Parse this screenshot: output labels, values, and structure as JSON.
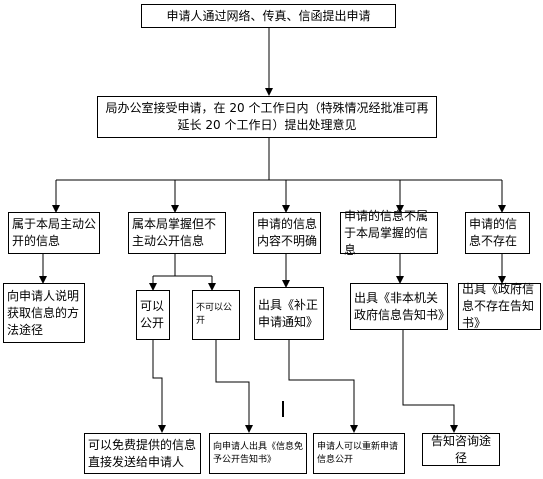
{
  "nodes": {
    "submit": "申请人通过网络、传真、信函提出申请",
    "office": "局办公室接受申请，在 20 个工作日内（特殊情况经批准可再延长 20 个工作日）提出处理意见",
    "cat_active": "属于本局主动公开的信息",
    "cat_not_active": "属本局掌握但不主动公开信息",
    "cat_unclear": "申请的信息内容不明确",
    "cat_not_ours": "申请的信息不属于本局掌握的信息",
    "cat_not_exist": "申请的信息不存在",
    "res_method": "向申请人说明获取信息的方法途径",
    "can_open": "可以公开",
    "cannot_open": "不可以公开",
    "res_correction": "出具《补正申请通知》",
    "res_not_organ": "出具《非本机关政府信息告知书》",
    "res_not_exist": "出具《政府信息不存在告知书》",
    "res_free": "可以免费提供的信息直接发送给申请人",
    "res_exempt": "向申请人出具《信息免予公开告知书》",
    "res_reapply": "申请人可以重新申请信息公开",
    "res_advise": "告知咨询途径"
  }
}
